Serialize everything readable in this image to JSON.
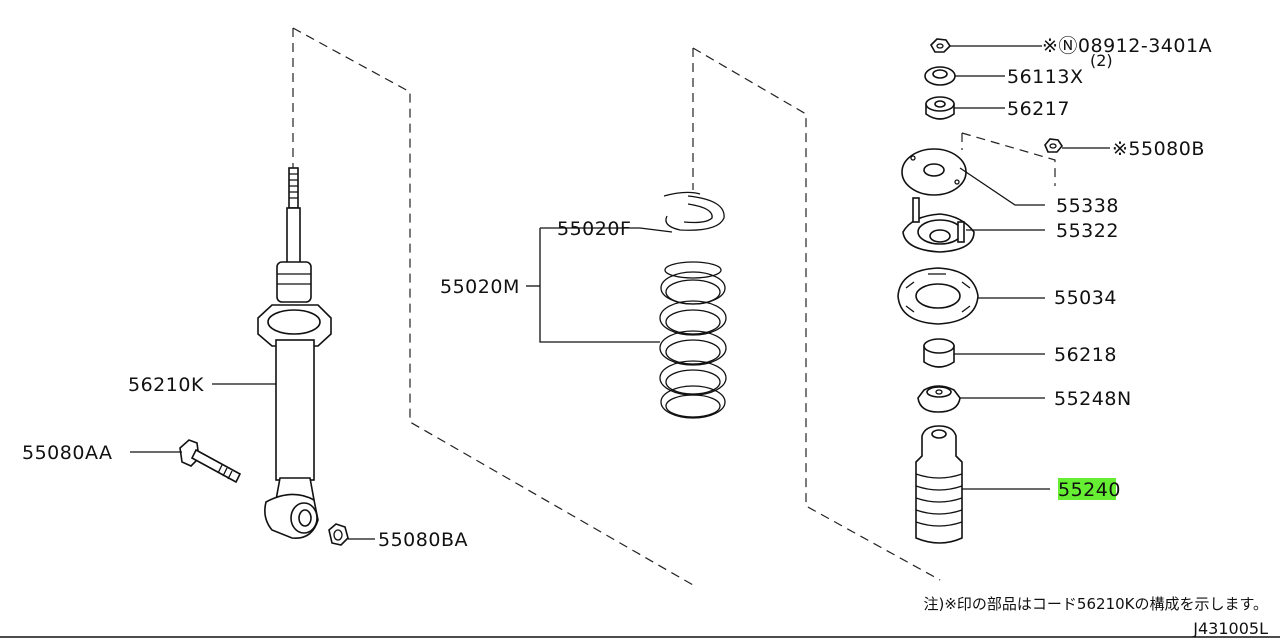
{
  "diagram": {
    "labels": {
      "a08912": "※Ⓝ08912-3401A",
      "a08912_qty": "(2)",
      "p56113X": "56113X",
      "p56217": "56217",
      "p55080B": "※55080B",
      "p55338": "55338",
      "p55322": "55322",
      "p55034": "55034",
      "p56218": "56218",
      "p55248N": "55248N",
      "p55240": "55240",
      "p55020F": "55020F",
      "p55020M": "55020M",
      "p56210K": "56210K",
      "p55080AA": "55080AA",
      "p55080BA": "55080BA"
    },
    "highlight_color": "#66ee33",
    "note": "注)※印の部品はコード56210Kの構成を示します。",
    "diagram_code": "J431005L"
  }
}
